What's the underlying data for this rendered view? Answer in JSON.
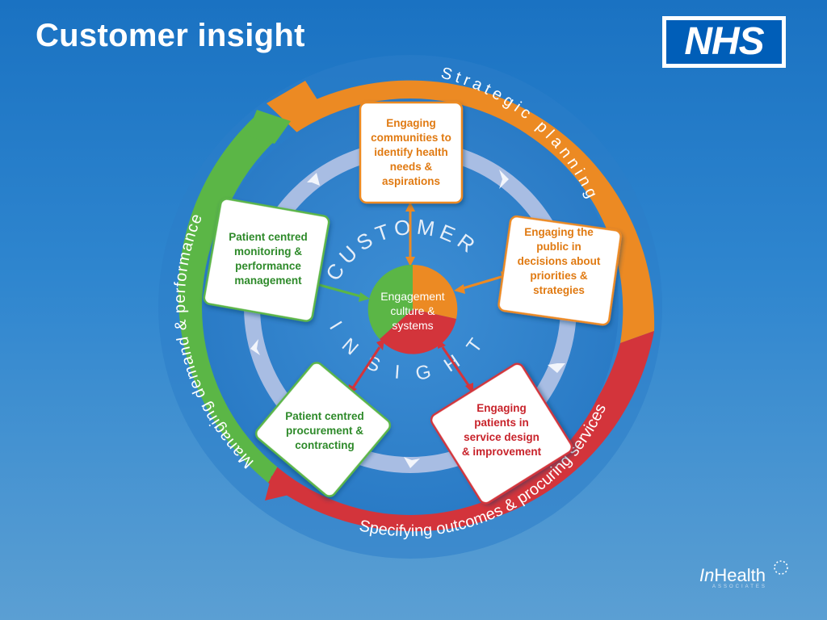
{
  "header": {
    "title": "Customer insight"
  },
  "logos": {
    "nhs": "NHS",
    "inhealth_prefix": "In",
    "inhealth_suffix": "Health",
    "inhealth_sub": "ASSOCIATES"
  },
  "outer_ring": {
    "strategic": "Strategic planning",
    "specifying": "Specifying outcomes & procuring services",
    "managing": "Managing demand & performance"
  },
  "inner_ring": {
    "customer": "CUSTOMER",
    "insight": "INSIGHT"
  },
  "center": {
    "line1": "Engagement",
    "line2": "culture &",
    "line3": "systems"
  },
  "boxes": {
    "top": [
      "Engaging",
      "communities to",
      "identify health",
      "needs &",
      "aspirations"
    ],
    "right": [
      "Engaging the",
      "public in",
      "decisions about",
      "priorities &",
      "strategies"
    ],
    "bottom_right": [
      "Engaging",
      "patients in",
      "service design",
      "& improvement"
    ],
    "bottom_left": [
      "Patient centred",
      "procurement &",
      "contracting"
    ],
    "left": [
      "Patient centred",
      "monitoring &",
      "performance",
      "management"
    ]
  },
  "colors": {
    "orange": "#ec8a23",
    "red": "#d3343b",
    "green": "#5bb646",
    "blue_bg": "#1a72c2",
    "ring_light": "#a8bde3"
  }
}
